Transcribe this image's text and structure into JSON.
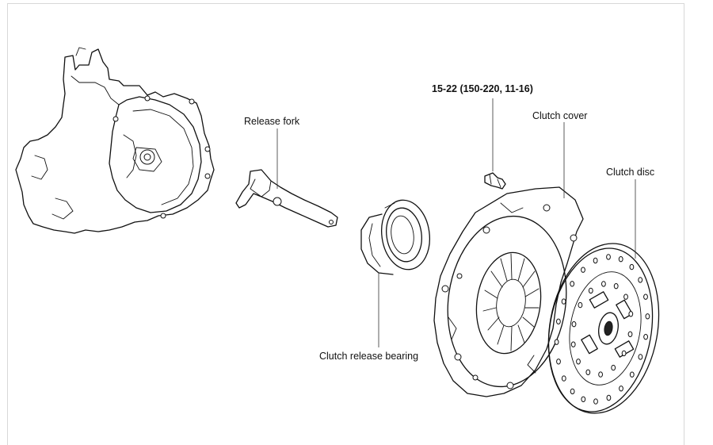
{
  "labels": {
    "release_fork": "Release fork",
    "torque_spec": "15-22 (150-220, 11-16)",
    "clutch_cover": "Clutch cover",
    "clutch_disc": "Clutch disc",
    "release_bearing": "Clutch release bearing"
  }
}
